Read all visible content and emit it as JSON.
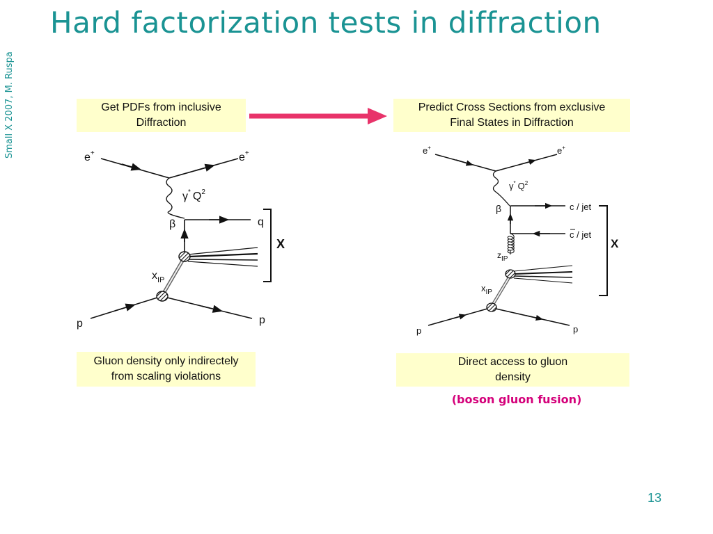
{
  "slide": {
    "title": "Hard factorization tests in diffraction",
    "side_credit": "Small X  2007, M. Ruspa",
    "page_number": "13"
  },
  "left": {
    "top_box": "Get PDFs from inclusive\nDiffraction",
    "bottom_box": "Gluon density only indirectely\nfrom scaling violations",
    "labels": {
      "e_in": "e",
      "e_out": "e",
      "plus": "+",
      "gamma": "γ",
      "star": "*",
      "Q": "Q",
      "two": "2",
      "beta": "β",
      "q": "q",
      "X": "X",
      "x": "x",
      "IP": "IP",
      "p_in": "p",
      "p_out": "p"
    }
  },
  "right": {
    "top_box": "Predict Cross Sections from exclusive\nFinal States in Diffraction",
    "bottom_box": "Direct access to gluon\ndensity",
    "note": "(boson gluon fusion)",
    "labels": {
      "e_in": "e",
      "e_out": "e",
      "plus": "+",
      "gamma": "γ",
      "star": "*",
      "Q": "Q",
      "two": "2",
      "beta": "β",
      "jet1": "c / jet",
      "jet2": "c / jet",
      "z": "z",
      "x": "x",
      "IP": "IP",
      "X": "X",
      "p_in": "p",
      "p_out": "p"
    }
  },
  "colors": {
    "title": "#1a9393",
    "box_fill": "#ffffcc",
    "arrow": "#e8336a",
    "note": "#d4007a"
  }
}
